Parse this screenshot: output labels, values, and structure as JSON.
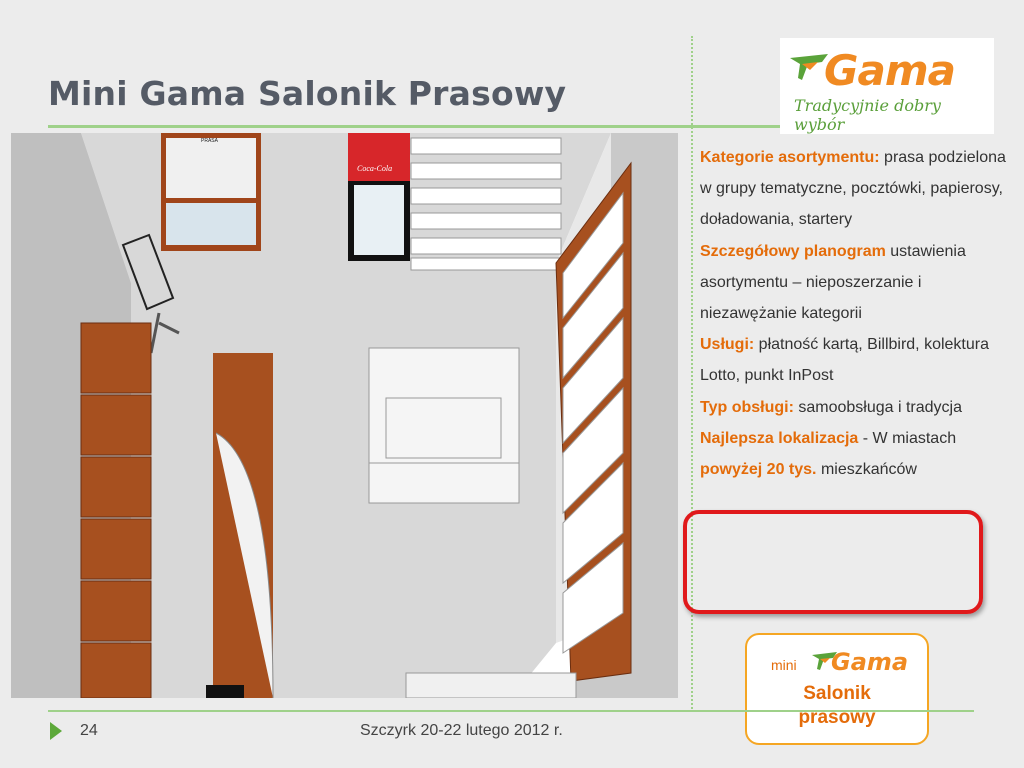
{
  "slide": {
    "title": "Mini Gama Salonik Prasowy",
    "page_number": "24",
    "footer": "Szczyrk 20-22 lutego 2012 r."
  },
  "logo": {
    "wordmark": "Gama",
    "tagline": "Tradycyjnie dobry wybór"
  },
  "planogram": {
    "shelf_label": "PRASA",
    "fridge_brand": "Coca-Cola"
  },
  "content": {
    "p1_label": "Kategorie asortymentu:",
    "p1_text": " prasa podzielona w grupy tematyczne, pocztówki, papierosy, doładowania, startery",
    "p2_label": "Szczegółowy planogram",
    "p2_text": " ustawienia asortymentu – nieposzerzanie i niezawężanie kategorii",
    "p3_label": "Usługi:",
    "p3_text": " płatność kartą, Billbird, kolektura Lotto, punkt InPost",
    "p4_label": "Typ obsługi:",
    "p4_text": " samoobsługa i tradycja",
    "p5_label": "Najlepsza lokalizacja",
    "p5_text1": " - W miastach ",
    "p5_label2": "powyżej 20 tys.",
    "p5_text2": " mieszkańców"
  },
  "badge": {
    "mini": "mini",
    "gama": "Gama",
    "line1": "Salonik",
    "line2": "prasowy"
  },
  "colors": {
    "title": "#555b66",
    "accent_orange": "#e46c0a",
    "rule_green": "#9fd18a",
    "highlight_frame": "#e0191b"
  }
}
